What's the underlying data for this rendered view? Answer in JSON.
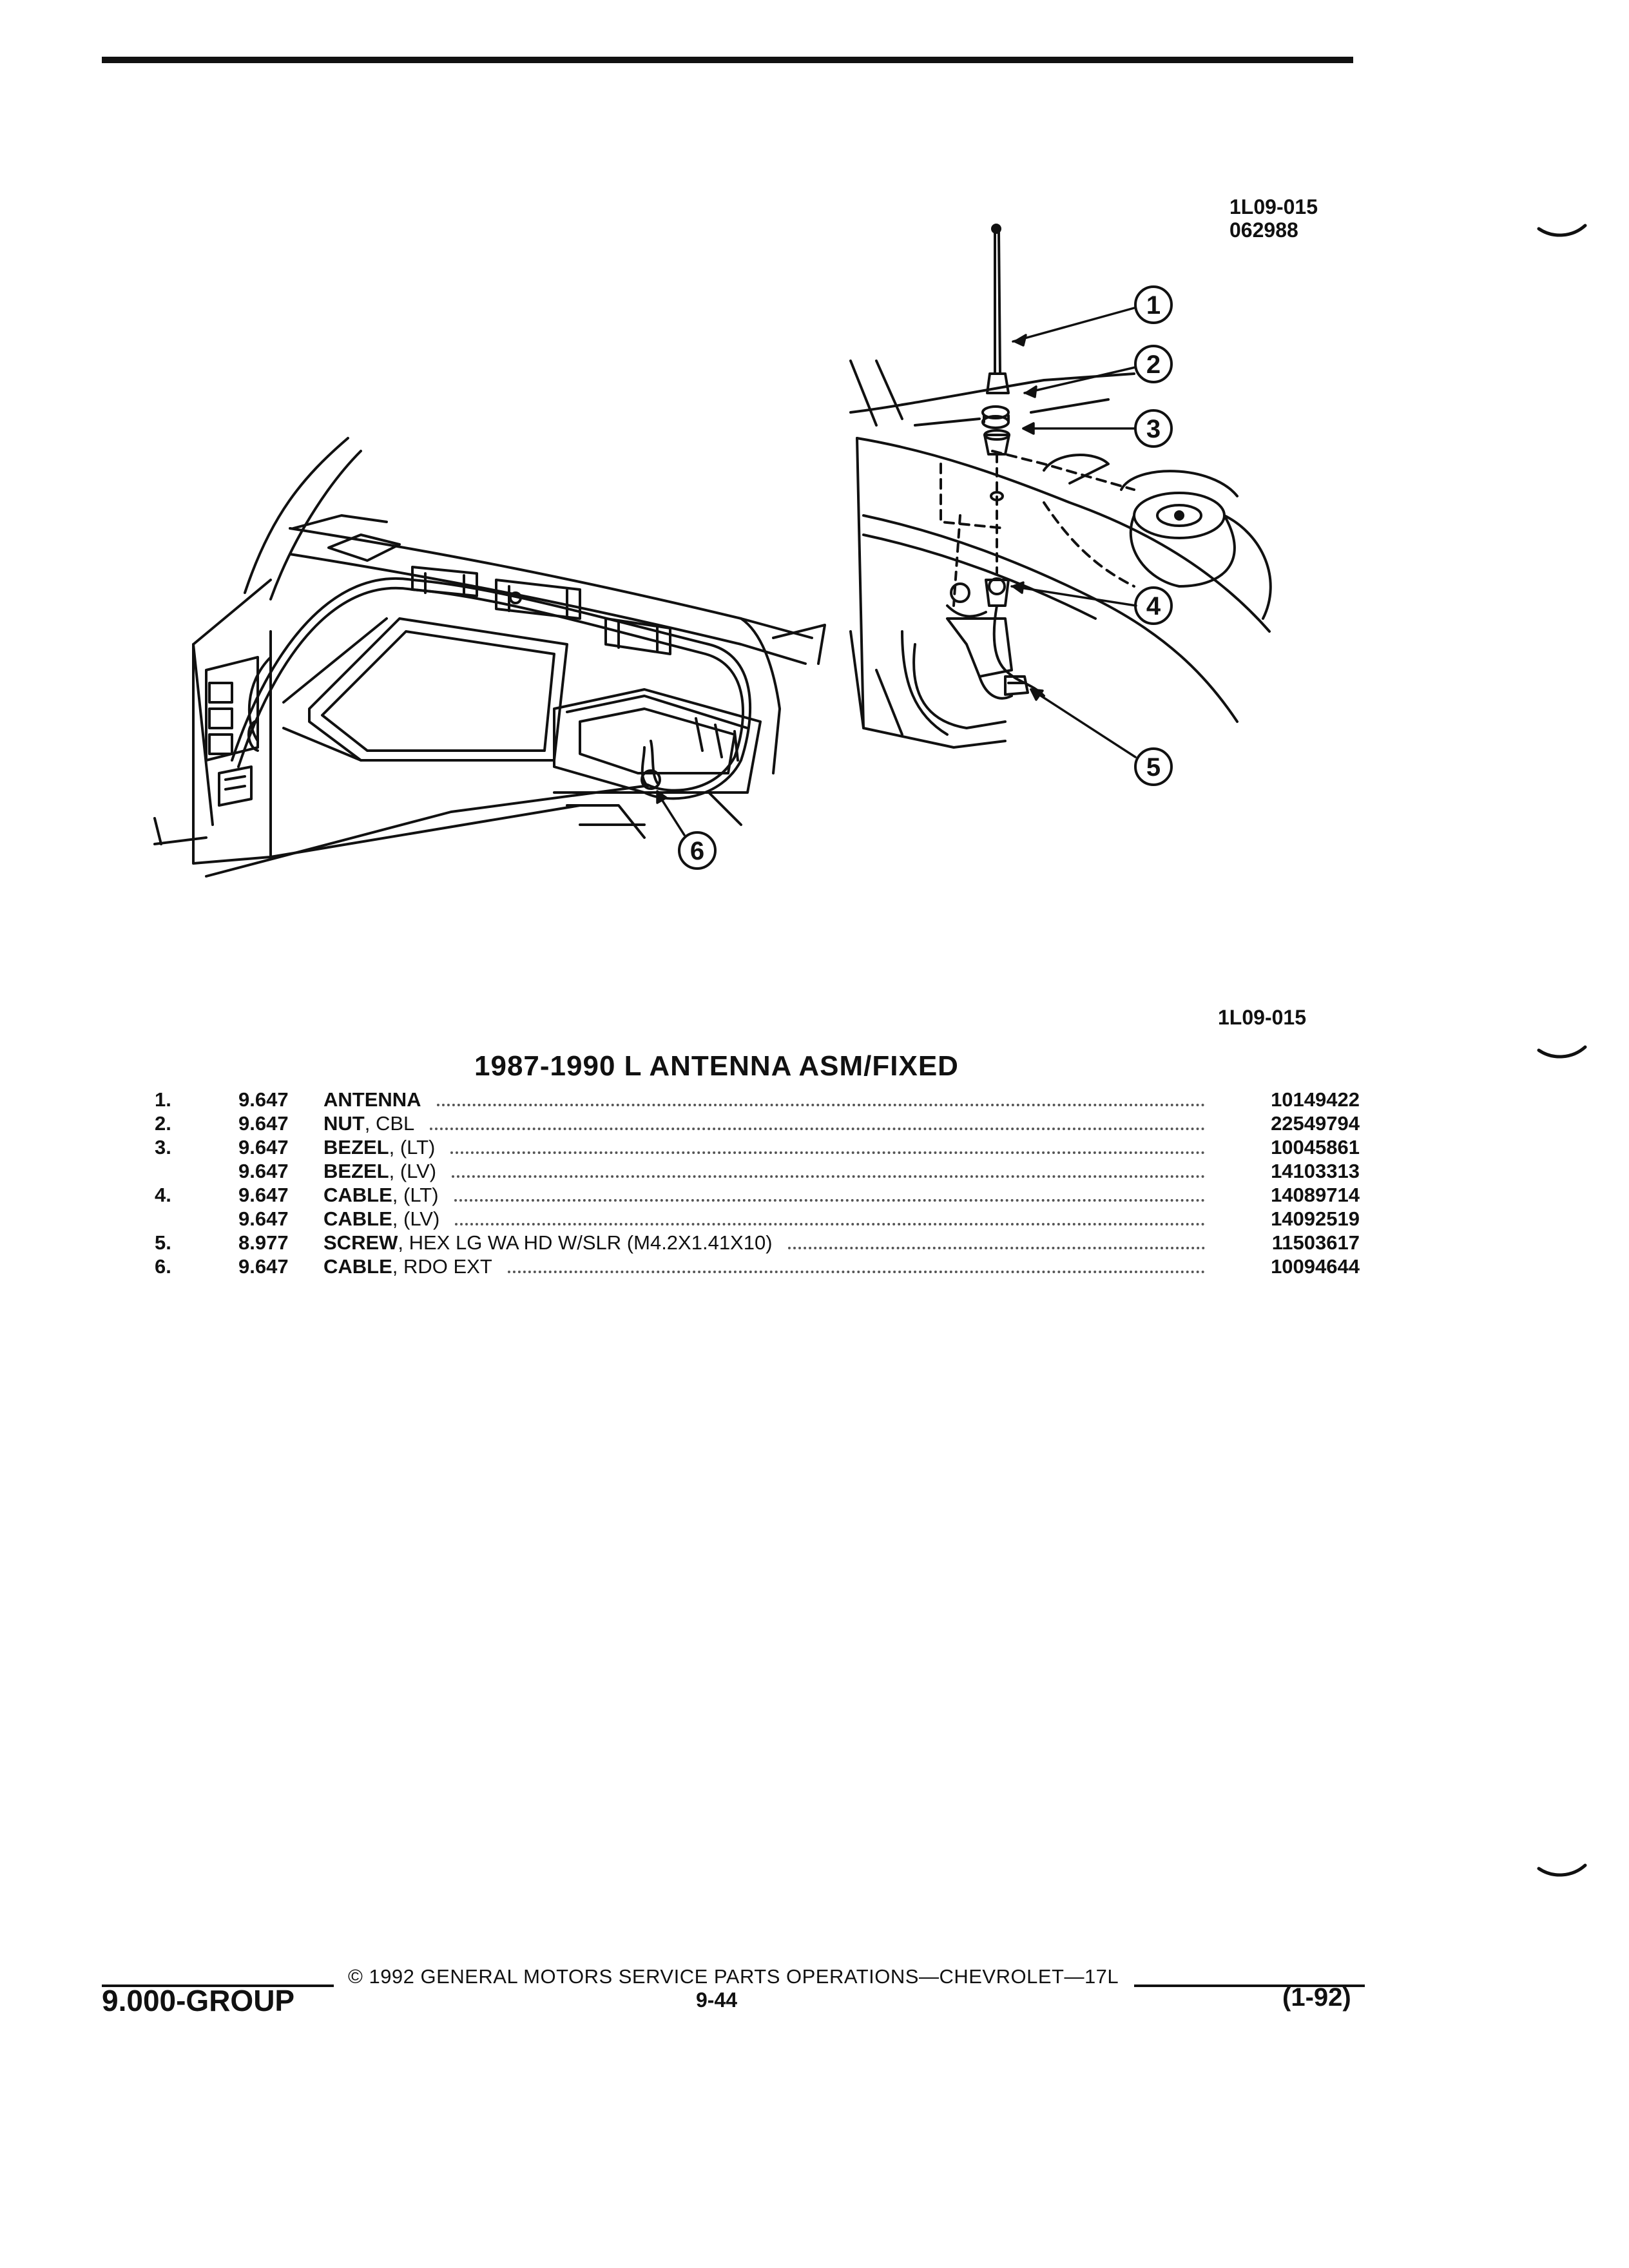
{
  "figure": {
    "code_top": "1L09-015",
    "date_code": "062988",
    "code_bottom": "1L09-015",
    "callouts": [
      "1",
      "2",
      "3",
      "4",
      "5",
      "6"
    ]
  },
  "section": {
    "title": "1987-1990 L ANTENNA ASM/FIXED"
  },
  "parts": [
    {
      "num": "1.",
      "group": "9.647",
      "name": "ANTENNA",
      "desc": "",
      "part_number": "10149422"
    },
    {
      "num": "2.",
      "group": "9.647",
      "name": "NUT",
      "desc": ", CBL",
      "part_number": "22549794"
    },
    {
      "num": "3.",
      "group": "9.647",
      "name": "BEZEL",
      "desc": ", (LT)",
      "part_number": "10045861"
    },
    {
      "num": "",
      "group": "9.647",
      "name": "BEZEL",
      "desc": ", (LV)",
      "part_number": "14103313"
    },
    {
      "num": "4.",
      "group": "9.647",
      "name": "CABLE",
      "desc": ", (LT)",
      "part_number": "14089714"
    },
    {
      "num": "",
      "group": "9.647",
      "name": "CABLE",
      "desc": ", (LV)",
      "part_number": "14092519"
    },
    {
      "num": "5.",
      "group": "8.977",
      "name": "SCREW",
      "desc": ", HEX LG WA HD W/SLR (M4.2X1.41X10)",
      "part_number": "11503617"
    },
    {
      "num": "6.",
      "group": "9.647",
      "name": "CABLE",
      "desc": ", RDO EXT",
      "part_number": "10094644"
    }
  ],
  "footer": {
    "copyright": "© 1992 GENERAL MOTORS SERVICE PARTS OPERATIONS—CHEVROLET—17L",
    "group": "9.000-GROUP",
    "page": "9-44",
    "revision": "(1-92)"
  },
  "colors": {
    "ink": "#111111",
    "paper": "#ffffff"
  }
}
